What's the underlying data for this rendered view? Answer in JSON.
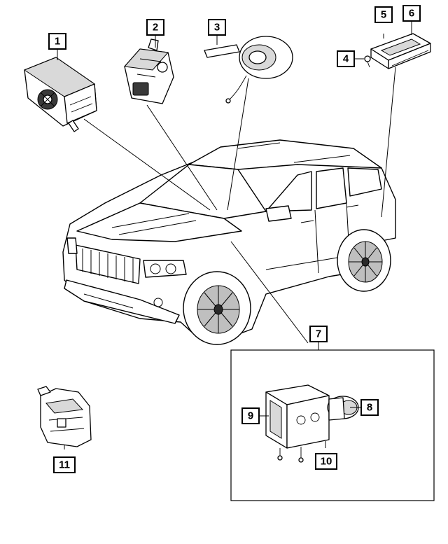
{
  "callouts": [
    {
      "id": "1",
      "label": "1"
    },
    {
      "id": "2",
      "label": "2"
    },
    {
      "id": "3",
      "label": "3"
    },
    {
      "id": "4",
      "label": "4"
    },
    {
      "id": "5",
      "label": "5"
    },
    {
      "id": "6",
      "label": "6"
    },
    {
      "id": "7",
      "label": "7"
    },
    {
      "id": "8",
      "label": "8"
    },
    {
      "id": "9",
      "label": "9"
    },
    {
      "id": "10",
      "label": "10"
    },
    {
      "id": "11",
      "label": "11"
    }
  ],
  "colors": {
    "line": "#000000",
    "background": "#ffffff",
    "shade": "#d9d9d9"
  }
}
